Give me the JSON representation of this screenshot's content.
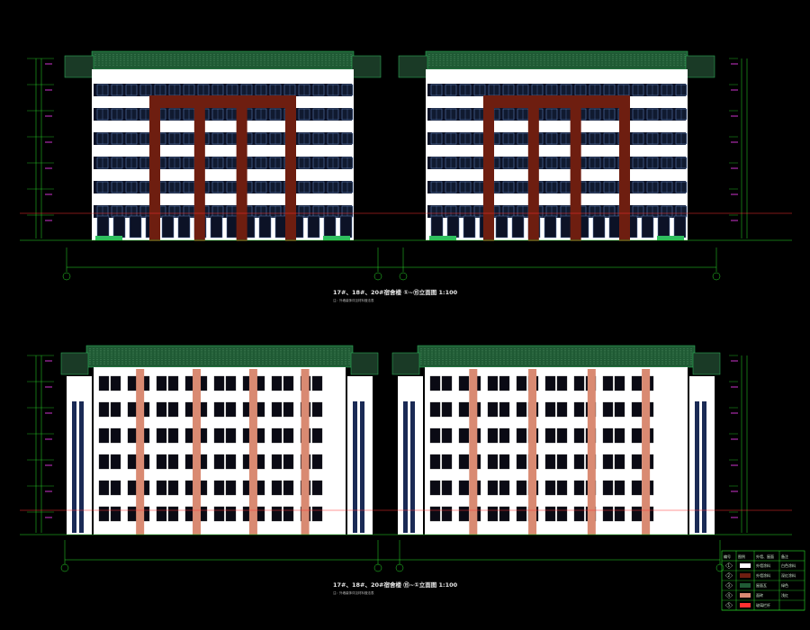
{
  "colors": {
    "background": "#000000",
    "wall": "#ffffff",
    "roof": "#1f5a34",
    "roof_dots": "#7fbf8f",
    "column_dark": "#6e1e10",
    "pilaster_salmon": "#d98a72",
    "window_frame": "#2a4a7a",
    "window_glass": "#101a30",
    "dimension": "#29e029",
    "ground_line": "#ff3030",
    "level_marker": "#ff40ff"
  },
  "elevations": [
    {
      "caption": "17#、18#、20#宿舍楼 ①~⑮立面图 1:100",
      "note": "注：外墙装饰详见材料做法表"
    },
    {
      "caption": "17#、18#、20#宿舍楼 ⑮~①立面图 1:100",
      "note": "注：外墙装饰详见材料做法表"
    }
  ],
  "legend": {
    "headers": [
      "编号",
      "图例",
      "外墙、屋面",
      "备注"
    ],
    "rows": [
      {
        "no": "1",
        "material": "外墙涂料",
        "remark": "白色涂料"
      },
      {
        "no": "2",
        "material": "外墙涂料",
        "remark": "深红涂料"
      },
      {
        "no": "3",
        "material": "屋面瓦",
        "remark": "绿色"
      },
      {
        "no": "4",
        "material": "面砖",
        "remark": "浅红"
      },
      {
        "no": "5",
        "material": "玻璃栏杆",
        "remark": ""
      }
    ]
  }
}
